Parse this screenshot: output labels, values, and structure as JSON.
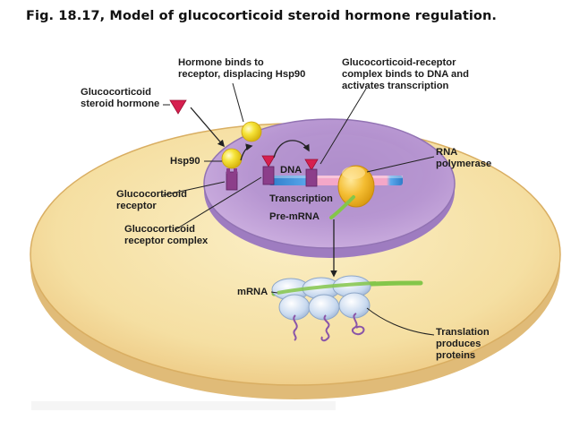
{
  "title": "Fig. 18.17, Model of glucocorticoid steroid hormone regulation.",
  "labels": {
    "hormone": [
      "Glucocorticoid",
      "steroid hormone"
    ],
    "hormone_binds": [
      "Hormone binds to",
      "receptor, displacing Hsp90"
    ],
    "complex_binds": [
      "Glucocorticoid-receptor",
      "complex binds to DNA and",
      "activates transcription"
    ],
    "hsp90": "Hsp90",
    "dna": "DNA",
    "rna_polymerase": [
      "RNA",
      "polymerase"
    ],
    "receptor": [
      "Glucocorticoid",
      "receptor"
    ],
    "transcription": "Transcription",
    "pre_mrna": "Pre-mRNA",
    "receptor_complex": [
      "Glucocorticoid",
      "receptor complex"
    ],
    "mrna": "mRNA",
    "translation": [
      "Translation",
      "produces",
      "proteins"
    ]
  },
  "colors": {
    "cytoplasm": "#f6e2a6",
    "cell_edge": "#e9c47e",
    "nucleus": "#c3a3d6",
    "nucleus_inner": "#b08dc9",
    "hormone": "#d61f4f",
    "hsp90": "#f3dd1d",
    "receptor": "#8c3e8a",
    "dna_blue": "#3d8ed8",
    "dna_pink": "#f3a1c4",
    "polymerase": "#f2b62a",
    "mrna": "#8bcf4a",
    "ribosome": "#c9dbf0"
  }
}
